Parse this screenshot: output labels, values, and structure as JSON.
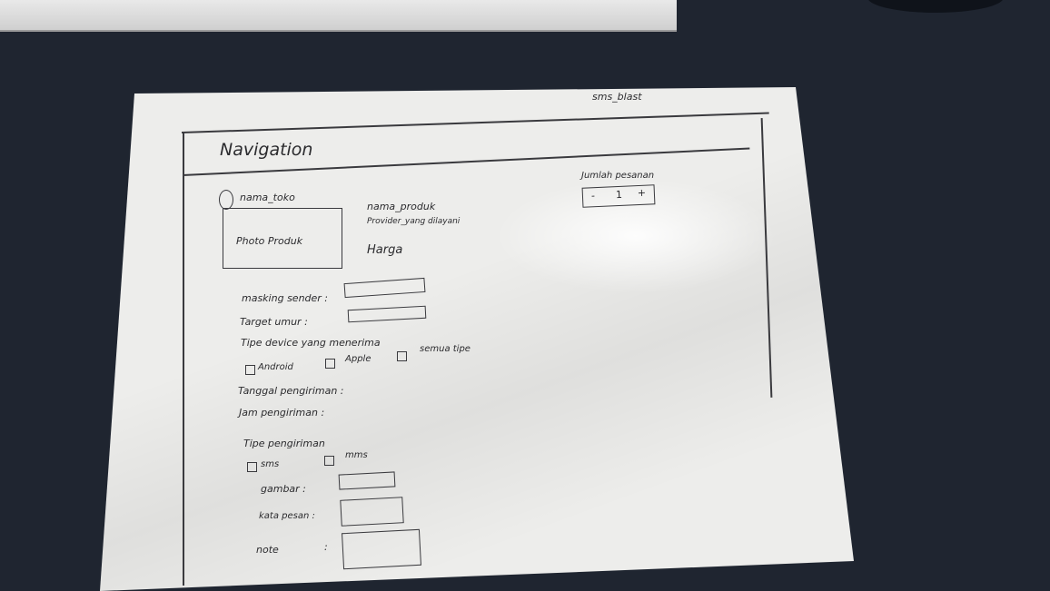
{
  "app_title": "sms_blast",
  "nav": {
    "title": "Navigation"
  },
  "store": {
    "name": "nama_toko"
  },
  "product": {
    "photo_label": "Photo Produk",
    "name": "nama_produk",
    "provider": "Provider_yang dilayani",
    "price": "Harga"
  },
  "order": {
    "label": "Jumlah pesanan",
    "minus": "-",
    "quantity": "1",
    "plus": "+"
  },
  "form": {
    "masking_sender": "masking sender :",
    "target_umur": "Target umur :",
    "device_type_label": "Tipe device yang menerima",
    "device_options": [
      "Android",
      "Apple",
      "semua tipe"
    ],
    "tanggal": "Tanggal pengiriman :",
    "jam": "Jam pengiriman :",
    "tipe_pengiriman": "Tipe pengiriman",
    "send_options": [
      "sms",
      "mms"
    ],
    "gambar": "gambar :",
    "kata_pesan": "kata pesan :",
    "note": "note",
    "note_colon": ":"
  }
}
